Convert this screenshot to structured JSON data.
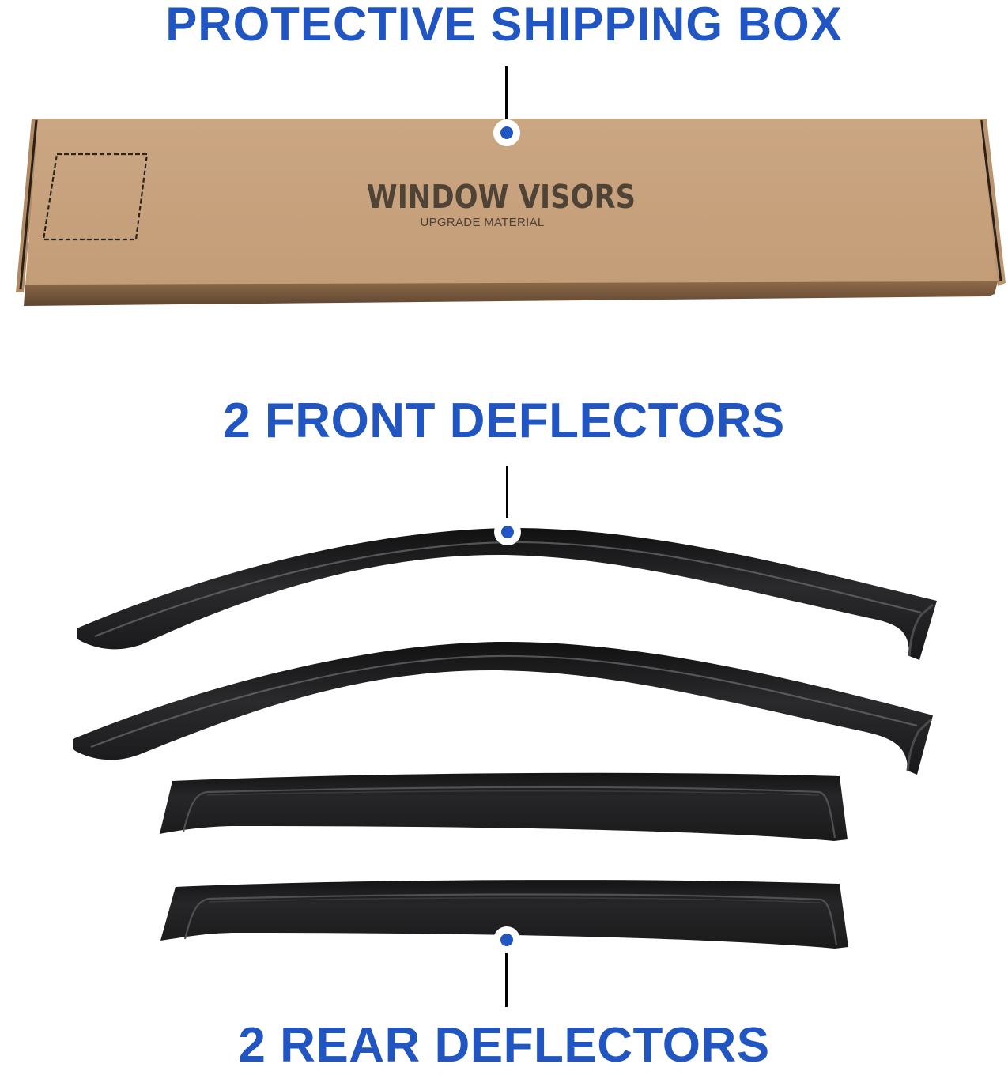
{
  "headings": {
    "box": "PROTECTIVE SHIPPING BOX",
    "front": "2 FRONT DEFLECTORS",
    "rear": "2 REAR DEFLECTORS"
  },
  "box": {
    "title": "WINDOW VISORS",
    "subtitle": "UPGRADE MATERIAL"
  },
  "items": [
    {
      "name": "shipping-box",
      "count": 1
    },
    {
      "name": "front-deflector",
      "count": 2
    },
    {
      "name": "rear-deflector",
      "count": 2
    }
  ],
  "colors": {
    "accent": "#2156c2",
    "cardboard": "#c7a07a",
    "deflector": "#1e1e1f",
    "leader_line": "#000000"
  }
}
